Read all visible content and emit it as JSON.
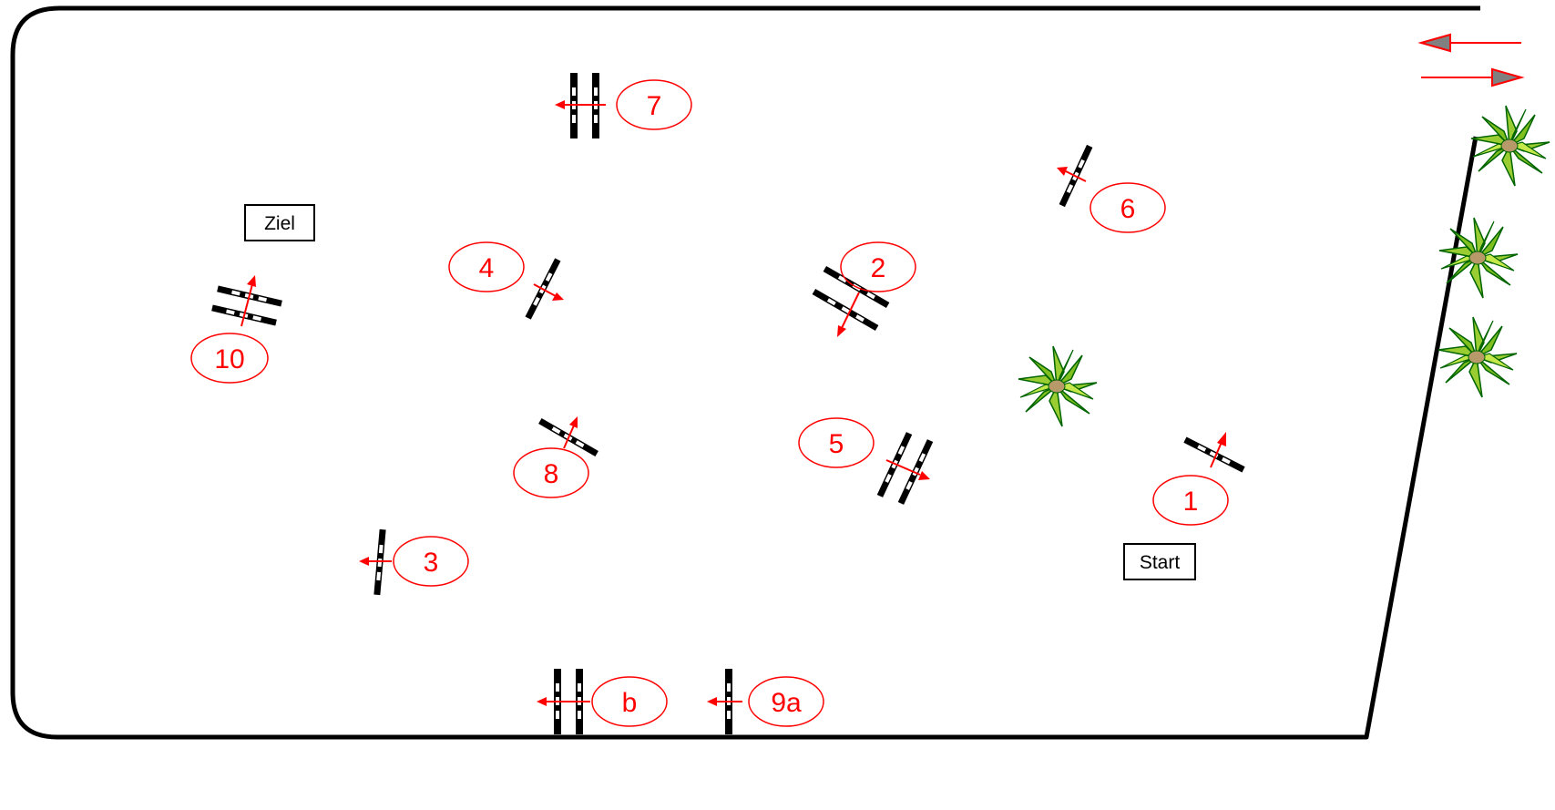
{
  "course": {
    "title": "",
    "colors": {
      "border": "#000000",
      "number_stroke": "#ff0000",
      "number_text": "#ff0000",
      "arrow": "#ff0000",
      "arrow_head_fill": "#808080",
      "pole_dark": "#000000",
      "pole_light": "#ffffff",
      "plant_light": "#9acd32",
      "plant_dark": "#006400"
    },
    "labels": {
      "start": "Start",
      "finish": "Ziel"
    },
    "obstacles": [
      {
        "id": "1",
        "label": "1",
        "type": "vertical"
      },
      {
        "id": "2",
        "label": "2",
        "type": "oxer"
      },
      {
        "id": "3",
        "label": "3",
        "type": "vertical"
      },
      {
        "id": "4",
        "label": "4",
        "type": "vertical"
      },
      {
        "id": "5",
        "label": "5",
        "type": "oxer"
      },
      {
        "id": "6",
        "label": "6",
        "type": "vertical"
      },
      {
        "id": "7",
        "label": "7",
        "type": "oxer"
      },
      {
        "id": "8",
        "label": "8",
        "type": "vertical"
      },
      {
        "id": "9a",
        "label": "9a",
        "type": "vertical"
      },
      {
        "id": "9b",
        "label": "b",
        "type": "oxer"
      },
      {
        "id": "10",
        "label": "10",
        "type": "oxer"
      }
    ],
    "direction_arrows": [
      {
        "id": "left",
        "points": "left"
      },
      {
        "id": "right",
        "points": "right"
      }
    ],
    "plants": [
      "plant-1",
      "plant-2",
      "plant-3",
      "plant-4"
    ]
  }
}
